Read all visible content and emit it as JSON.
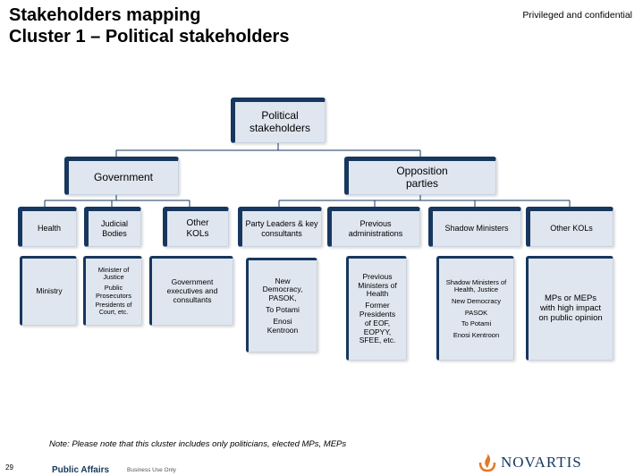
{
  "header": {
    "title_line1": "Stakeholders mapping",
    "title_line2": "Cluster 1 – Political stakeholders",
    "confidential": "Privileged and confidential"
  },
  "diagram": {
    "root": "Political\nstakeholders",
    "government": {
      "label": "Government",
      "children": [
        {
          "label": "Health",
          "detail": "Ministry"
        },
        {
          "label": "Judicial\nBodies",
          "detail": [
            "Minister of\nJustice",
            "Public\nProsecutors",
            "Presidents of\nCourt, etc."
          ]
        },
        {
          "label": "Other\nKOLs",
          "detail": "Government\nexecutives and\nconsultants"
        }
      ]
    },
    "opposition": {
      "label": "Opposition\nparties",
      "children": [
        {
          "label": "Party Leaders & key\nconsultants",
          "detail": [
            "New\nDemocracy,\nPASOK,",
            "To Potami",
            "Enosi\nKentroon"
          ]
        },
        {
          "label": "Previous\nadministrations",
          "detail": [
            "Previous\nMinisters of\nHealth",
            "Former\nPresidents\nof EOF,\nEOPYY,\nSFEE, etc."
          ]
        },
        {
          "label": "Shadow Ministers",
          "detail": [
            "Shadow Ministers of\nHealth, Justice",
            "New Democracy",
            "PASOK",
            "To Potami",
            "Enosi Kentroon"
          ]
        },
        {
          "label": "Other KOLs",
          "detail": "MPs or MEPs\nwith high impact\non public opinion"
        }
      ]
    }
  },
  "footer": {
    "note": "Note: Please note that this cluster includes only politicians, elected MPs, MEPs",
    "page_number": "29",
    "department": "Public Affairs",
    "business_use": "Business Use Only",
    "logo_text": "NOVARTIS"
  },
  "colors": {
    "accent": "#17375e",
    "box_fill": "#dfe6ef",
    "logo_flame": "#e87722"
  }
}
